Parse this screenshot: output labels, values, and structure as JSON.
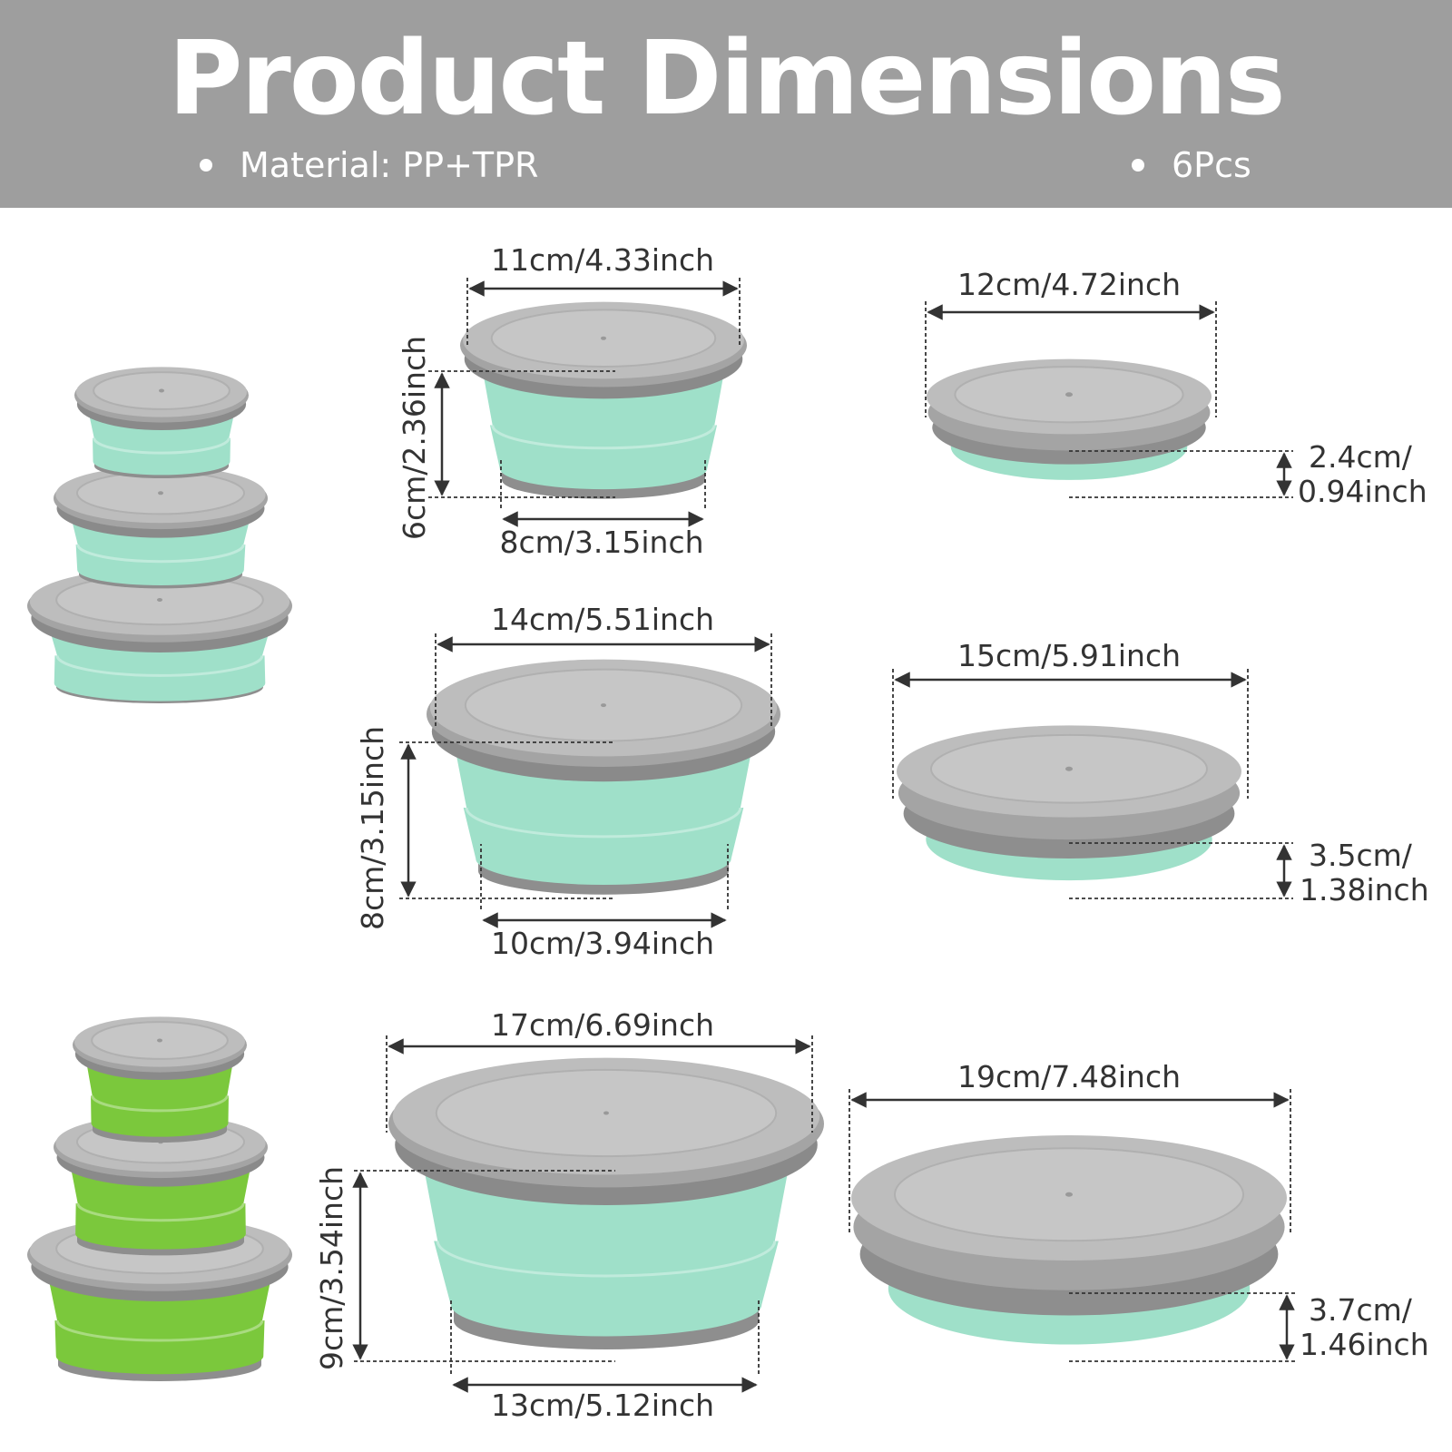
{
  "header": {
    "title": "Product Dimensions",
    "material": "Material: PP+TPR",
    "count": "6Pcs"
  },
  "colors": {
    "banner": "#9e9e9e",
    "lid": "#9d9d9d",
    "mint": "#9fe0c9",
    "green": "#7bc83c",
    "dimension_line": "#333333"
  },
  "dimensions": {
    "small_open": {
      "top_width": "11cm/4.33inch",
      "bottom_width": "8cm/3.15inch",
      "height": "6cm/2.36inch"
    },
    "small_folded": {
      "width": "12cm/4.72inch",
      "height_cm": "2.4cm/",
      "height_in": "0.94inch"
    },
    "medium_open": {
      "top_width": "14cm/5.51inch",
      "bottom_width": "10cm/3.94inch",
      "height": "8cm/3.15inch"
    },
    "medium_folded": {
      "width": "15cm/5.91inch",
      "height_cm": "3.5cm/",
      "height_in": "1.38inch"
    },
    "large_open": {
      "top_width": "17cm/6.69inch",
      "bottom_width": "13cm/5.12inch",
      "height": "9cm/3.54inch"
    },
    "large_folded": {
      "width": "19cm/7.48inch",
      "height_cm": "3.7cm/",
      "height_in": "1.46inch"
    }
  }
}
